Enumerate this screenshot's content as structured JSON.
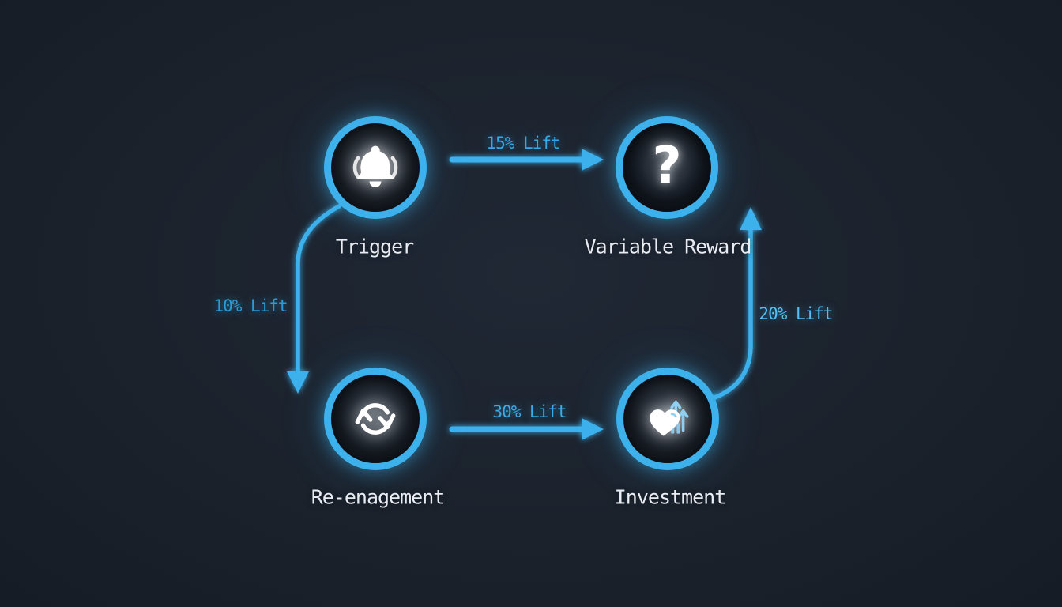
{
  "colors": {
    "background": "#1b222c",
    "accent": "#3cb1ec",
    "node_fill": "#10151d",
    "node_label_text": "#e9edf3"
  },
  "nodes": [
    {
      "id": "trigger",
      "label": "Trigger",
      "icon": "bell-icon"
    },
    {
      "id": "variable-reward",
      "label": "Variable Reward",
      "icon": "question-mark-icon",
      "glyph": "?"
    },
    {
      "id": "re-enagement",
      "label": "Re-enagement",
      "icon": "refresh-icon"
    },
    {
      "id": "investment",
      "label": "Investment",
      "icon": "heart-growth-icon"
    }
  ],
  "edges": [
    {
      "from": "Trigger",
      "to": "Variable Reward",
      "label": "15% Lift",
      "color": "#35a9e6",
      "direction": "right"
    },
    {
      "from": "Trigger",
      "to": "Re-enagement",
      "label": "10% Lift",
      "color": "#2b9bd8",
      "direction": "down"
    },
    {
      "from": "Re-enagement",
      "to": "Investment",
      "label": "30% Lift",
      "color": "#38ade8",
      "direction": "right"
    },
    {
      "from": "Investment",
      "to": "Variable Reward",
      "label": "20% Lift",
      "color": "#55bff2",
      "direction": "up"
    }
  ]
}
